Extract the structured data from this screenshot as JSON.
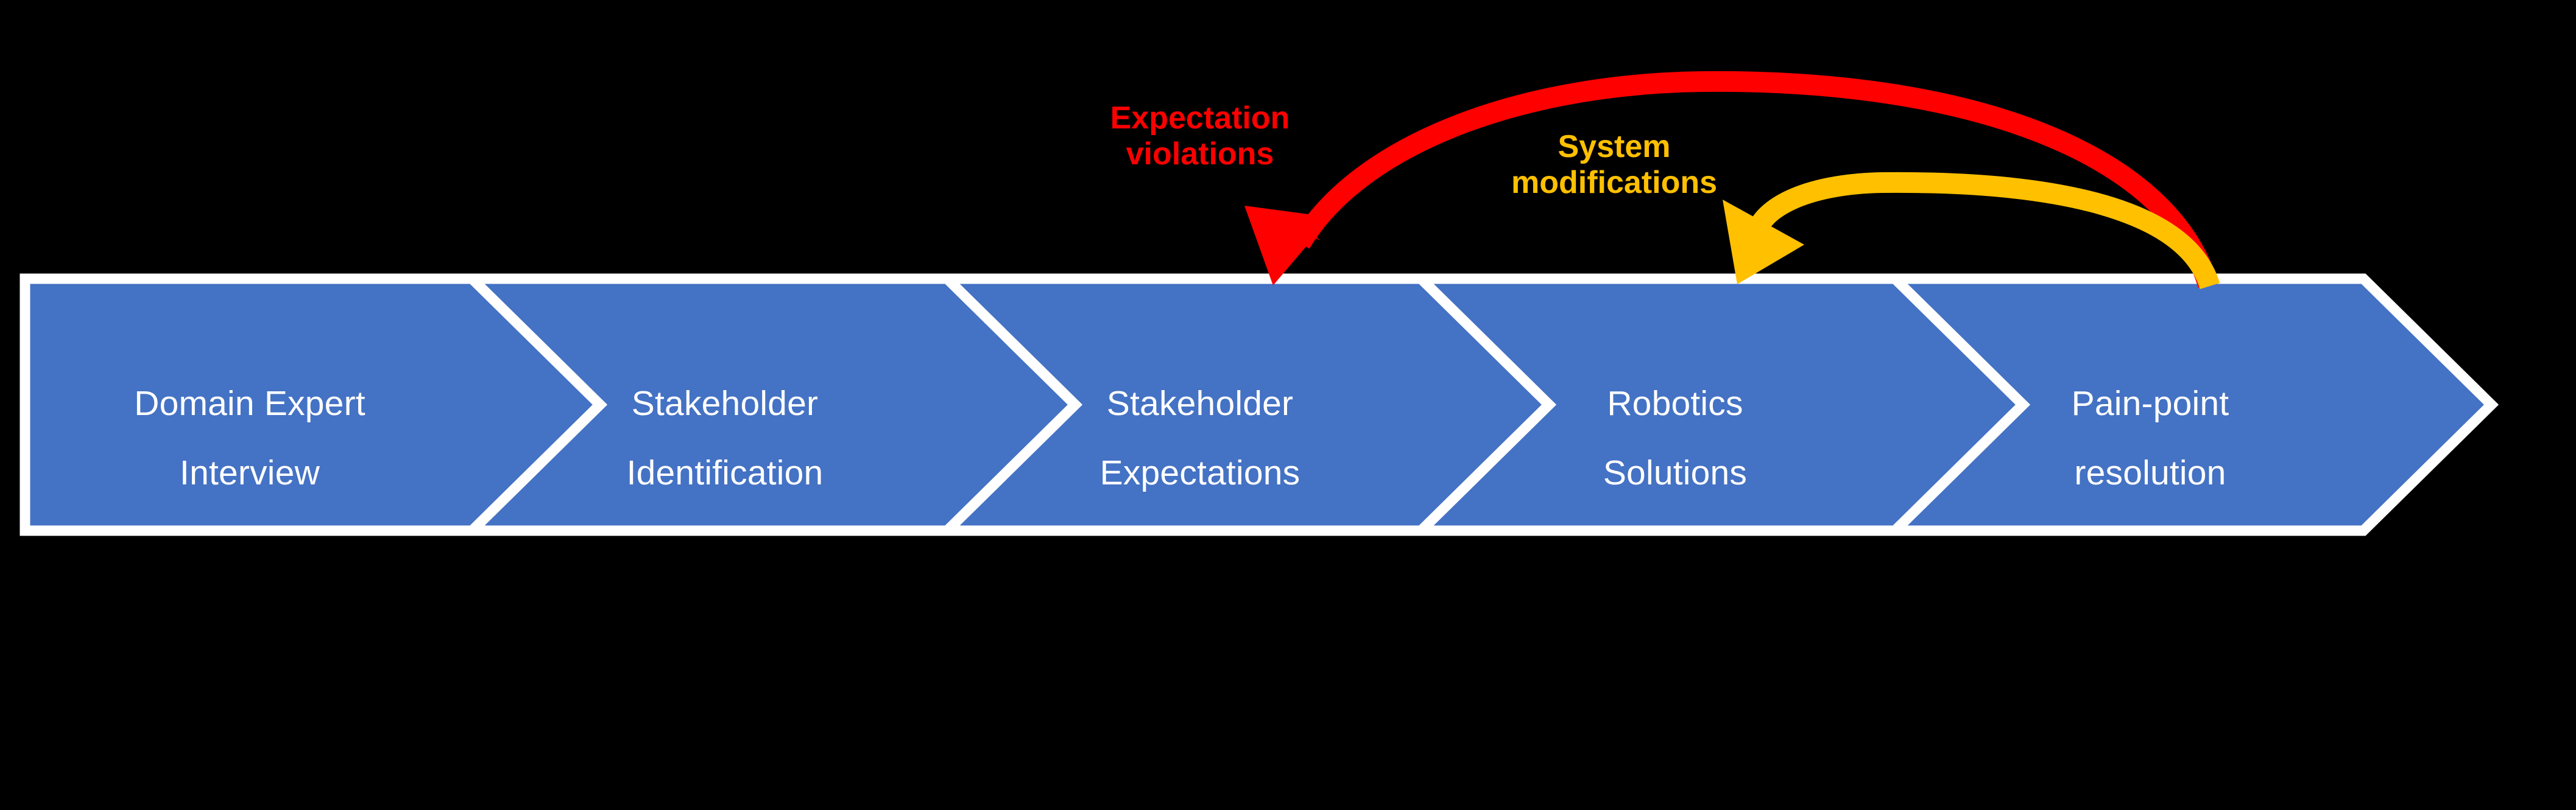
{
  "diagram": {
    "type": "process-chevron-flow-with-feedback-arrows",
    "background_color": "#000000",
    "chevron_fill": "#4472C4",
    "chevron_border": "#FFFFFF",
    "chevron_text_color": "#FFFFFF",
    "stages": [
      {
        "id": "domain-expert-interview",
        "line1": "Domain Expert",
        "line2": "Interview"
      },
      {
        "id": "stakeholder-identification",
        "line1": "Stakeholder",
        "line2": "Identification"
      },
      {
        "id": "stakeholder-expectations",
        "line1": "Stakeholder",
        "line2": "Expectations"
      },
      {
        "id": "robotics-solutions",
        "line1": "Robotics",
        "line2": "Solutions"
      },
      {
        "id": "pain-point-resolution",
        "line1": "Pain-point",
        "line2": "resolution"
      }
    ],
    "feedback_arrows": [
      {
        "id": "expectation-violations",
        "line1": "Expectation",
        "line2": "violations",
        "color": "#FF0000",
        "from_stage": "pain-point-resolution",
        "to_stage": "stakeholder-expectations"
      },
      {
        "id": "system-modifications",
        "line1": "System",
        "line2": "modifications",
        "color": "#FFC000",
        "from_stage": "pain-point-resolution",
        "to_stage": "robotics-solutions"
      }
    ]
  }
}
